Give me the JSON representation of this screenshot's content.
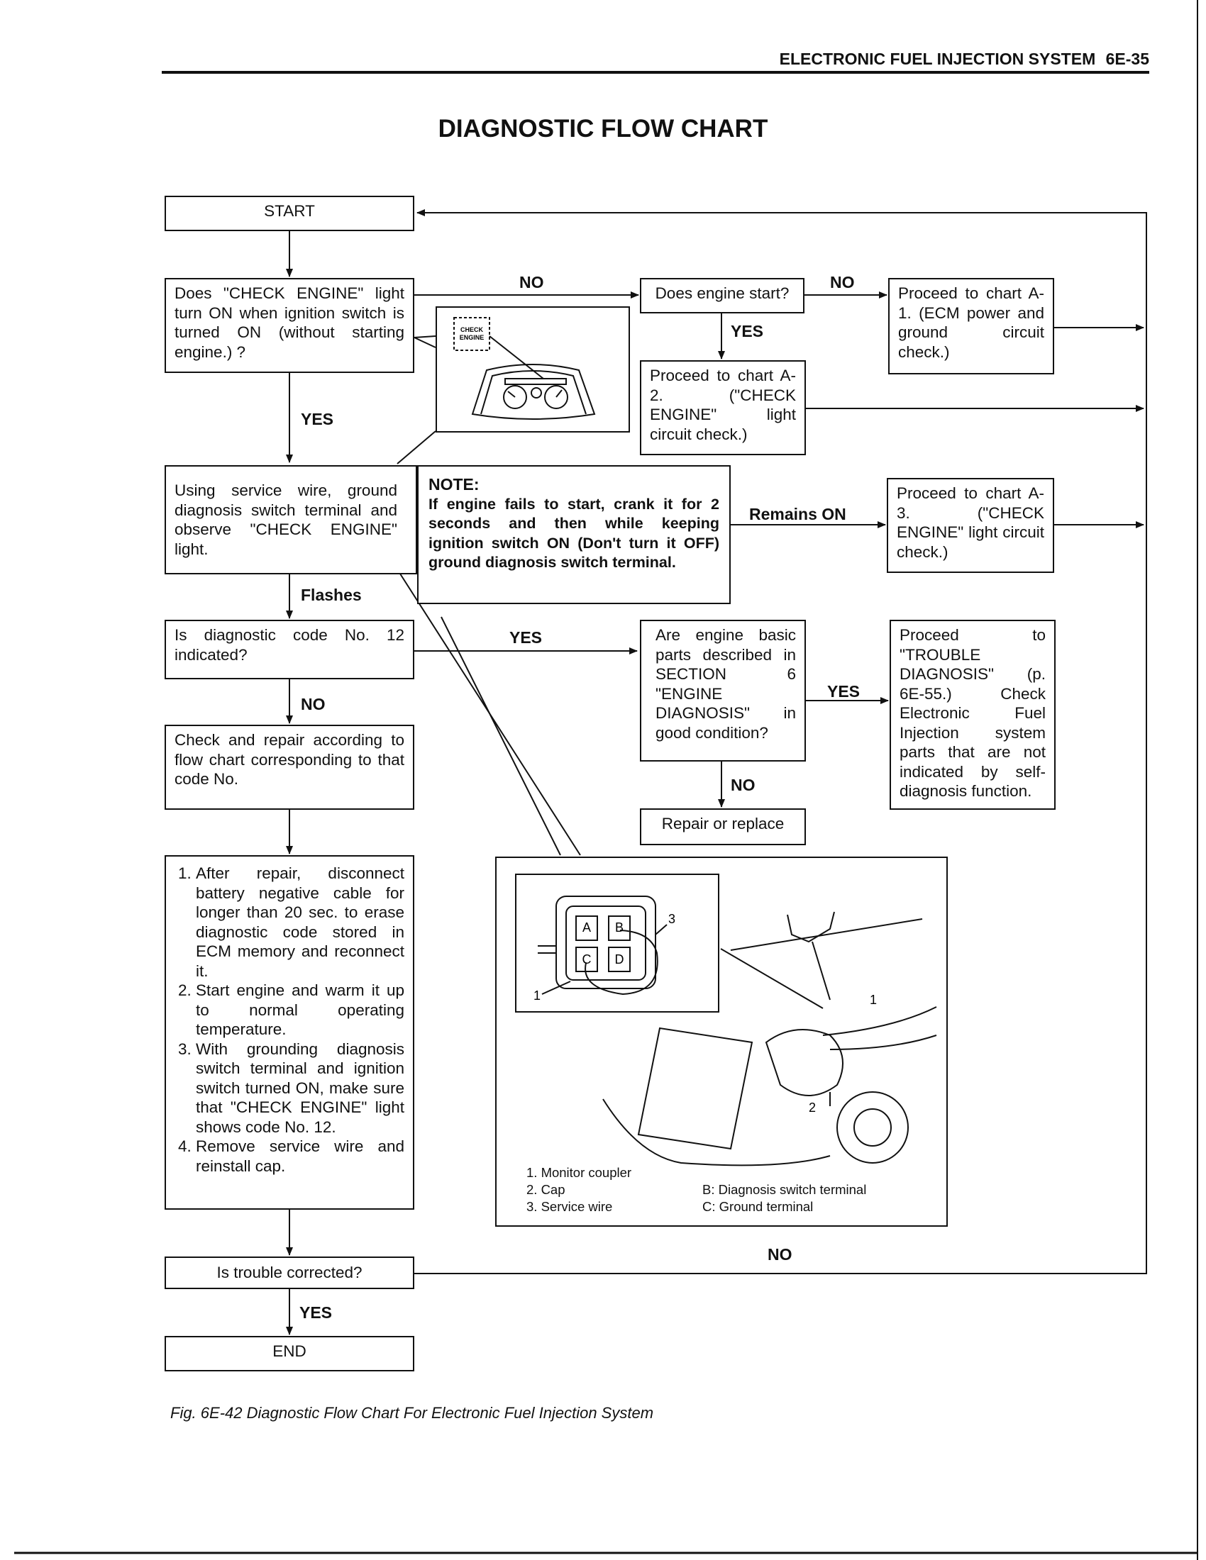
{
  "header": {
    "section": "ELECTRONIC FUEL INJECTION SYSTEM",
    "page": "6E-35"
  },
  "title": "DIAGNOSTIC FLOW CHART",
  "boxes": {
    "start": "START",
    "q_check_engine_on": "Does \"CHECK ENGINE\" light turn ON when ignition switch is turned ON (without starting engine.) ?",
    "q_engine_start": "Does engine start?",
    "proceed_a1": "Proceed to chart A-1. (ECM power and ground circuit check.)",
    "proceed_a2": "Proceed to chart A-2. (\"CHECK ENGINE\" light circuit check.)",
    "ground_terminal": "Using service wire, ground diagnosis switch terminal and observe \"CHECK ENGINE\" light.",
    "proceed_a3": "Proceed to chart A-3. (\"CHECK ENGINE\" light circuit check.)",
    "q_code12": "Is diagnostic code No. 12 indicated?",
    "q_basic_parts": "Are engine basic parts described in SECTION 6 \"ENGINE DIAGNOSIS\" in good condition?",
    "proceed_trouble": "Proceed to \"TROUBLE DIAGNOSIS\" (p. 6E-55.) Check Electronic Fuel Injection system parts that are not indicated by self-diagnosis function.",
    "check_repair": "Check and repair according to flow chart corresponding to that code No.",
    "repair_replace": "Repair or replace",
    "q_trouble_corrected": "Is trouble corrected?",
    "end": "END"
  },
  "steps": [
    "After repair, disconnect battery negative cable for longer than 20 sec. to erase diagnostic code stored in ECM memory and reconnect it.",
    "Start engine and warm it up to normal operating temperature.",
    "With grounding diagnosis switch terminal and ignition switch turned ON, make sure that \"CHECK ENGINE\" light shows code No. 12.",
    "Remove service wire and reinstall cap."
  ],
  "note": {
    "heading": "NOTE:",
    "text": "If engine fails to start, crank it for 2 seconds and then while keeping ignition switch ON (Don't turn it OFF) ground diagnosis switch terminal."
  },
  "labels": {
    "no_1": "NO",
    "no_2": "NO",
    "yes_1": "YES",
    "yes_2": "YES",
    "remains_on": "Remains ON",
    "flashes": "Flashes",
    "yes_code": "YES",
    "no_code": "NO",
    "yes_parts": "YES",
    "no_parts": "NO",
    "no_loop": "NO",
    "yes_end": "YES"
  },
  "dash_illustration": {
    "lamp_text_line1": "CHECK",
    "lamp_text_line2": "ENGINE"
  },
  "engine_illustration": {
    "callouts": [
      "1",
      "2",
      "3",
      "1"
    ],
    "terminals": [
      "A",
      "B",
      "C",
      "D"
    ],
    "legend_left": [
      "1. Monitor coupler",
      "2. Cap",
      "3. Service wire"
    ],
    "legend_right": [
      "B: Diagnosis switch terminal",
      "C: Ground terminal"
    ]
  },
  "caption": "Fig. 6E-42 Diagnostic Flow Chart For Electronic Fuel Injection System"
}
